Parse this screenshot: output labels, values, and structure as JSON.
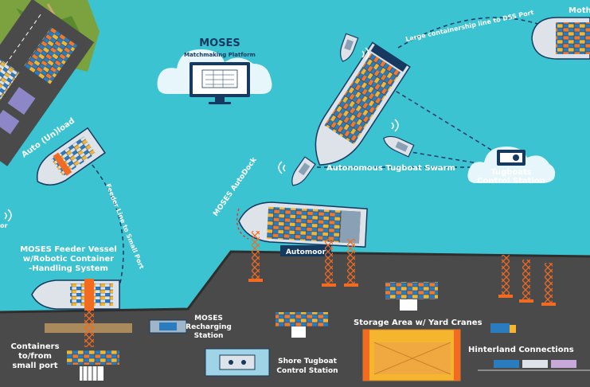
{
  "colors": {
    "sea": "#3cc3d2",
    "land": "#4a4a4a",
    "navy": "#16395f",
    "crane": "#f26b21",
    "cloud": "#e6f6fb",
    "container_blue": "#2b7bbf",
    "container_yellow": "#f5b52e",
    "container_orange": "#f07a2a",
    "container_grey": "#dde3e8"
  },
  "labels": {
    "moses_logo": "MOSES",
    "matchmaking_platform": "Matchmaking Platform",
    "mothership": "Moth",
    "large_line": "Large containership line to DSS Port",
    "autonomous_tugboat_swarm": "Autonomous Tugboat Swarm",
    "tugboats_control_line1": "Tugboats",
    "tugboats_control_line2": "Control Station",
    "auto_unload": "Auto (Un)load",
    "feeder_line": "Feeder Line to Small Port",
    "moses_autodock": "MOSES AutoDock",
    "automoor": "Automoor",
    "feeder_vessel_line1": "MOSES Feeder Vessel",
    "feeder_vessel_line2": "w/Robotic Container",
    "feeder_vessel_line3": "-Handling System",
    "left_edge_fragment": "or",
    "containers_line1": "Containers",
    "containers_line2": "to/from",
    "containers_line3": "small port",
    "recharging_line1": "MOSES",
    "recharging_line2": "Recharging",
    "recharging_line3": "Station",
    "shore_tug_line1": "Shore Tugboat",
    "shore_tug_line2": "Control Station",
    "storage_area": "Storage Area  w/ Yard Cranes",
    "hinterland": "Hinterland Connections"
  },
  "icons": [
    "cloud-icon",
    "monitor-icon",
    "wifi-icon",
    "crane-icon",
    "truck-icon",
    "train-icon",
    "tugboat-icon",
    "containership-icon"
  ]
}
